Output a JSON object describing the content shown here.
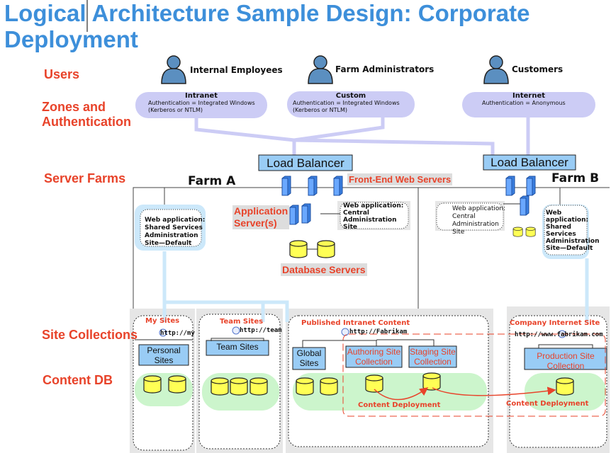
{
  "title": {
    "line1": "Logical Architecture Sample Design: Corporate",
    "line2": "Deployment"
  },
  "row_labels": {
    "users": "Users",
    "zones_line1": "Zones and",
    "zones_line2": "Authentication",
    "server_farms": "Server Farms",
    "site_collections": "Site Collections",
    "content_db": "Content DB"
  },
  "users": [
    {
      "name": "Internal Employees"
    },
    {
      "name": "Farm Administrators"
    },
    {
      "name": "Customers"
    }
  ],
  "zones": [
    {
      "name": "Intranet",
      "auth_line1": "Authentication = Integrated Windows",
      "auth_line2": "(Kerberos or NTLM)"
    },
    {
      "name": "Custom",
      "auth_line1": "Authentication = Integrated Windows",
      "auth_line2": "(Kerberos or NTLM)"
    },
    {
      "name": "Internet",
      "auth_line1": "Authentication = Anonymous",
      "auth_line2": ""
    }
  ],
  "load_balancers": [
    "Load Balancer",
    "Load Balancer"
  ],
  "farms": {
    "farm_a": {
      "name": "Farm A",
      "front_end_label": "Front-End Web Servers",
      "app_server_label_1": "Application",
      "app_server_label_2": "Server(s)",
      "database_label": "Database Servers",
      "ssp_webapp": [
        "Web application:",
        "Shared Services",
        "Administration",
        "Site—Default"
      ],
      "central_admin": [
        "Web application:",
        "Central",
        "Administration",
        "Site"
      ]
    },
    "farm_b": {
      "name": "Farm B",
      "central_admin": [
        "Web application:",
        "Central",
        "Administration",
        "Site"
      ],
      "ssp_webapp": [
        "Web",
        "application:",
        "Shared",
        "Services",
        "Administration",
        "Site—Default"
      ]
    }
  },
  "site_collections": {
    "my_sites": {
      "title": "My Sites",
      "url": "http://my",
      "sites": [
        "Personal Sites"
      ]
    },
    "team_sites": {
      "title": "Team Sites",
      "url": "http://team",
      "sites": [
        "Team Sites"
      ]
    },
    "published": {
      "title": "Published Intranet Content",
      "url": "http://Fabrikam",
      "sites": [
        "Global Sites",
        "Authoring Site Collection",
        "Staging Site Collection"
      ]
    },
    "internet": {
      "title": "Company Internet Site",
      "url": "http://www.fabrikam.com",
      "sites": [
        "Production Site Collection"
      ]
    }
  },
  "content_deployment": [
    "Content Deployment",
    "Content Deployment"
  ],
  "colors": {
    "title": "#3d8fda",
    "red": "#e8432a",
    "zone": "#ccccf5",
    "box": "#99ccf5",
    "db": "#ffff55",
    "db_area": "#ccf5cc",
    "panel": "#e6e6e6"
  }
}
